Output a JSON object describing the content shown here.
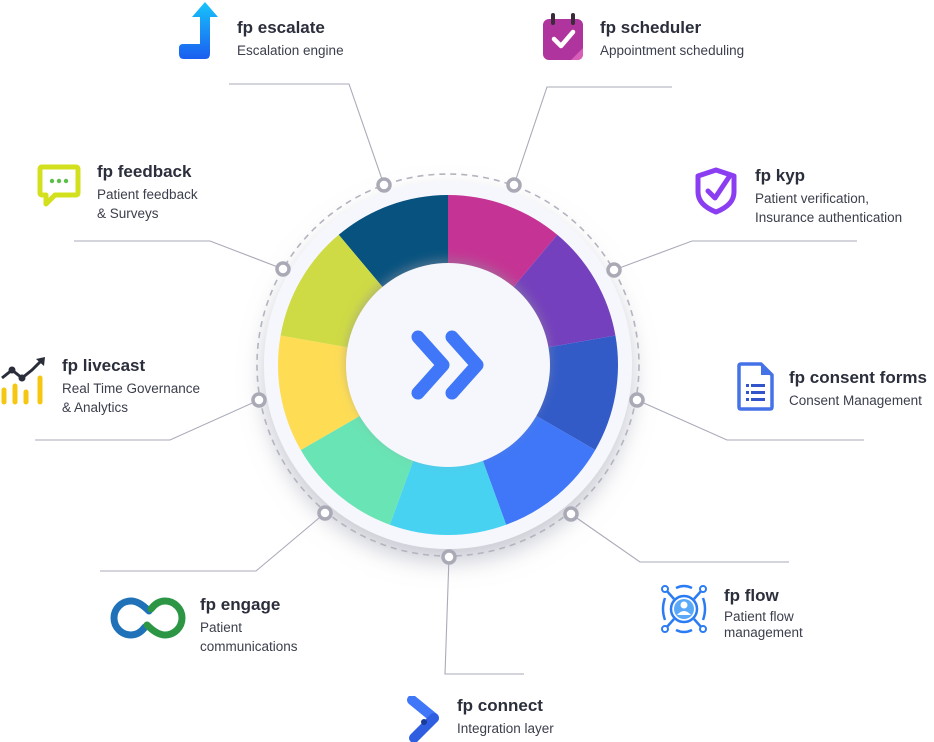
{
  "center": {
    "icon": "double-chevron-right-icon",
    "color": "#3f77f8"
  },
  "segments": [
    {
      "name": "escalate",
      "color": "#07527f"
    },
    {
      "name": "scheduler",
      "color": "#c53494"
    },
    {
      "name": "kyp",
      "color": "#7540bd"
    },
    {
      "name": "consent-forms",
      "color": "#335bc8"
    },
    {
      "name": "flow",
      "color": "#3f77f8"
    },
    {
      "name": "connect",
      "color": "#48d2f1"
    },
    {
      "name": "engage",
      "color": "#69e4b4"
    },
    {
      "name": "livecast",
      "color": "#fedd55"
    },
    {
      "name": "feedback",
      "color": "#cfdb44"
    }
  ],
  "products": {
    "escalate": {
      "title": "fp escalate",
      "lines": [
        "Escalation engine"
      ],
      "icon": "arrow-up-icon"
    },
    "scheduler": {
      "title": "fp scheduler",
      "lines": [
        "Appointment scheduling"
      ],
      "icon": "calendar-check-icon"
    },
    "kyp": {
      "title": "fp kyp",
      "lines": [
        "Patient verification,",
        "Insurance authentication"
      ],
      "icon": "shield-check-icon"
    },
    "consent": {
      "title": "fp consent forms",
      "lines": [
        "Consent Management"
      ],
      "icon": "document-list-icon"
    },
    "flow": {
      "title": "fp flow",
      "lines": [
        "Patient flow",
        "management"
      ],
      "icon": "user-network-icon"
    },
    "connect": {
      "title": "fp connect",
      "lines": [
        "Integration layer"
      ],
      "icon": "connect-chevron-icon"
    },
    "engage": {
      "title": "fp engage",
      "lines": [
        "Patient",
        "communications"
      ],
      "icon": "infinity-link-icon"
    },
    "livecast": {
      "title": "fp livecast",
      "lines": [
        "Real Time Governance",
        "& Analytics"
      ],
      "icon": "chart-trend-icon"
    },
    "feedback": {
      "title": "fp feedback",
      "lines": [
        "Patient feedback",
        "& Surveys"
      ],
      "icon": "chat-bubble-icon"
    }
  }
}
